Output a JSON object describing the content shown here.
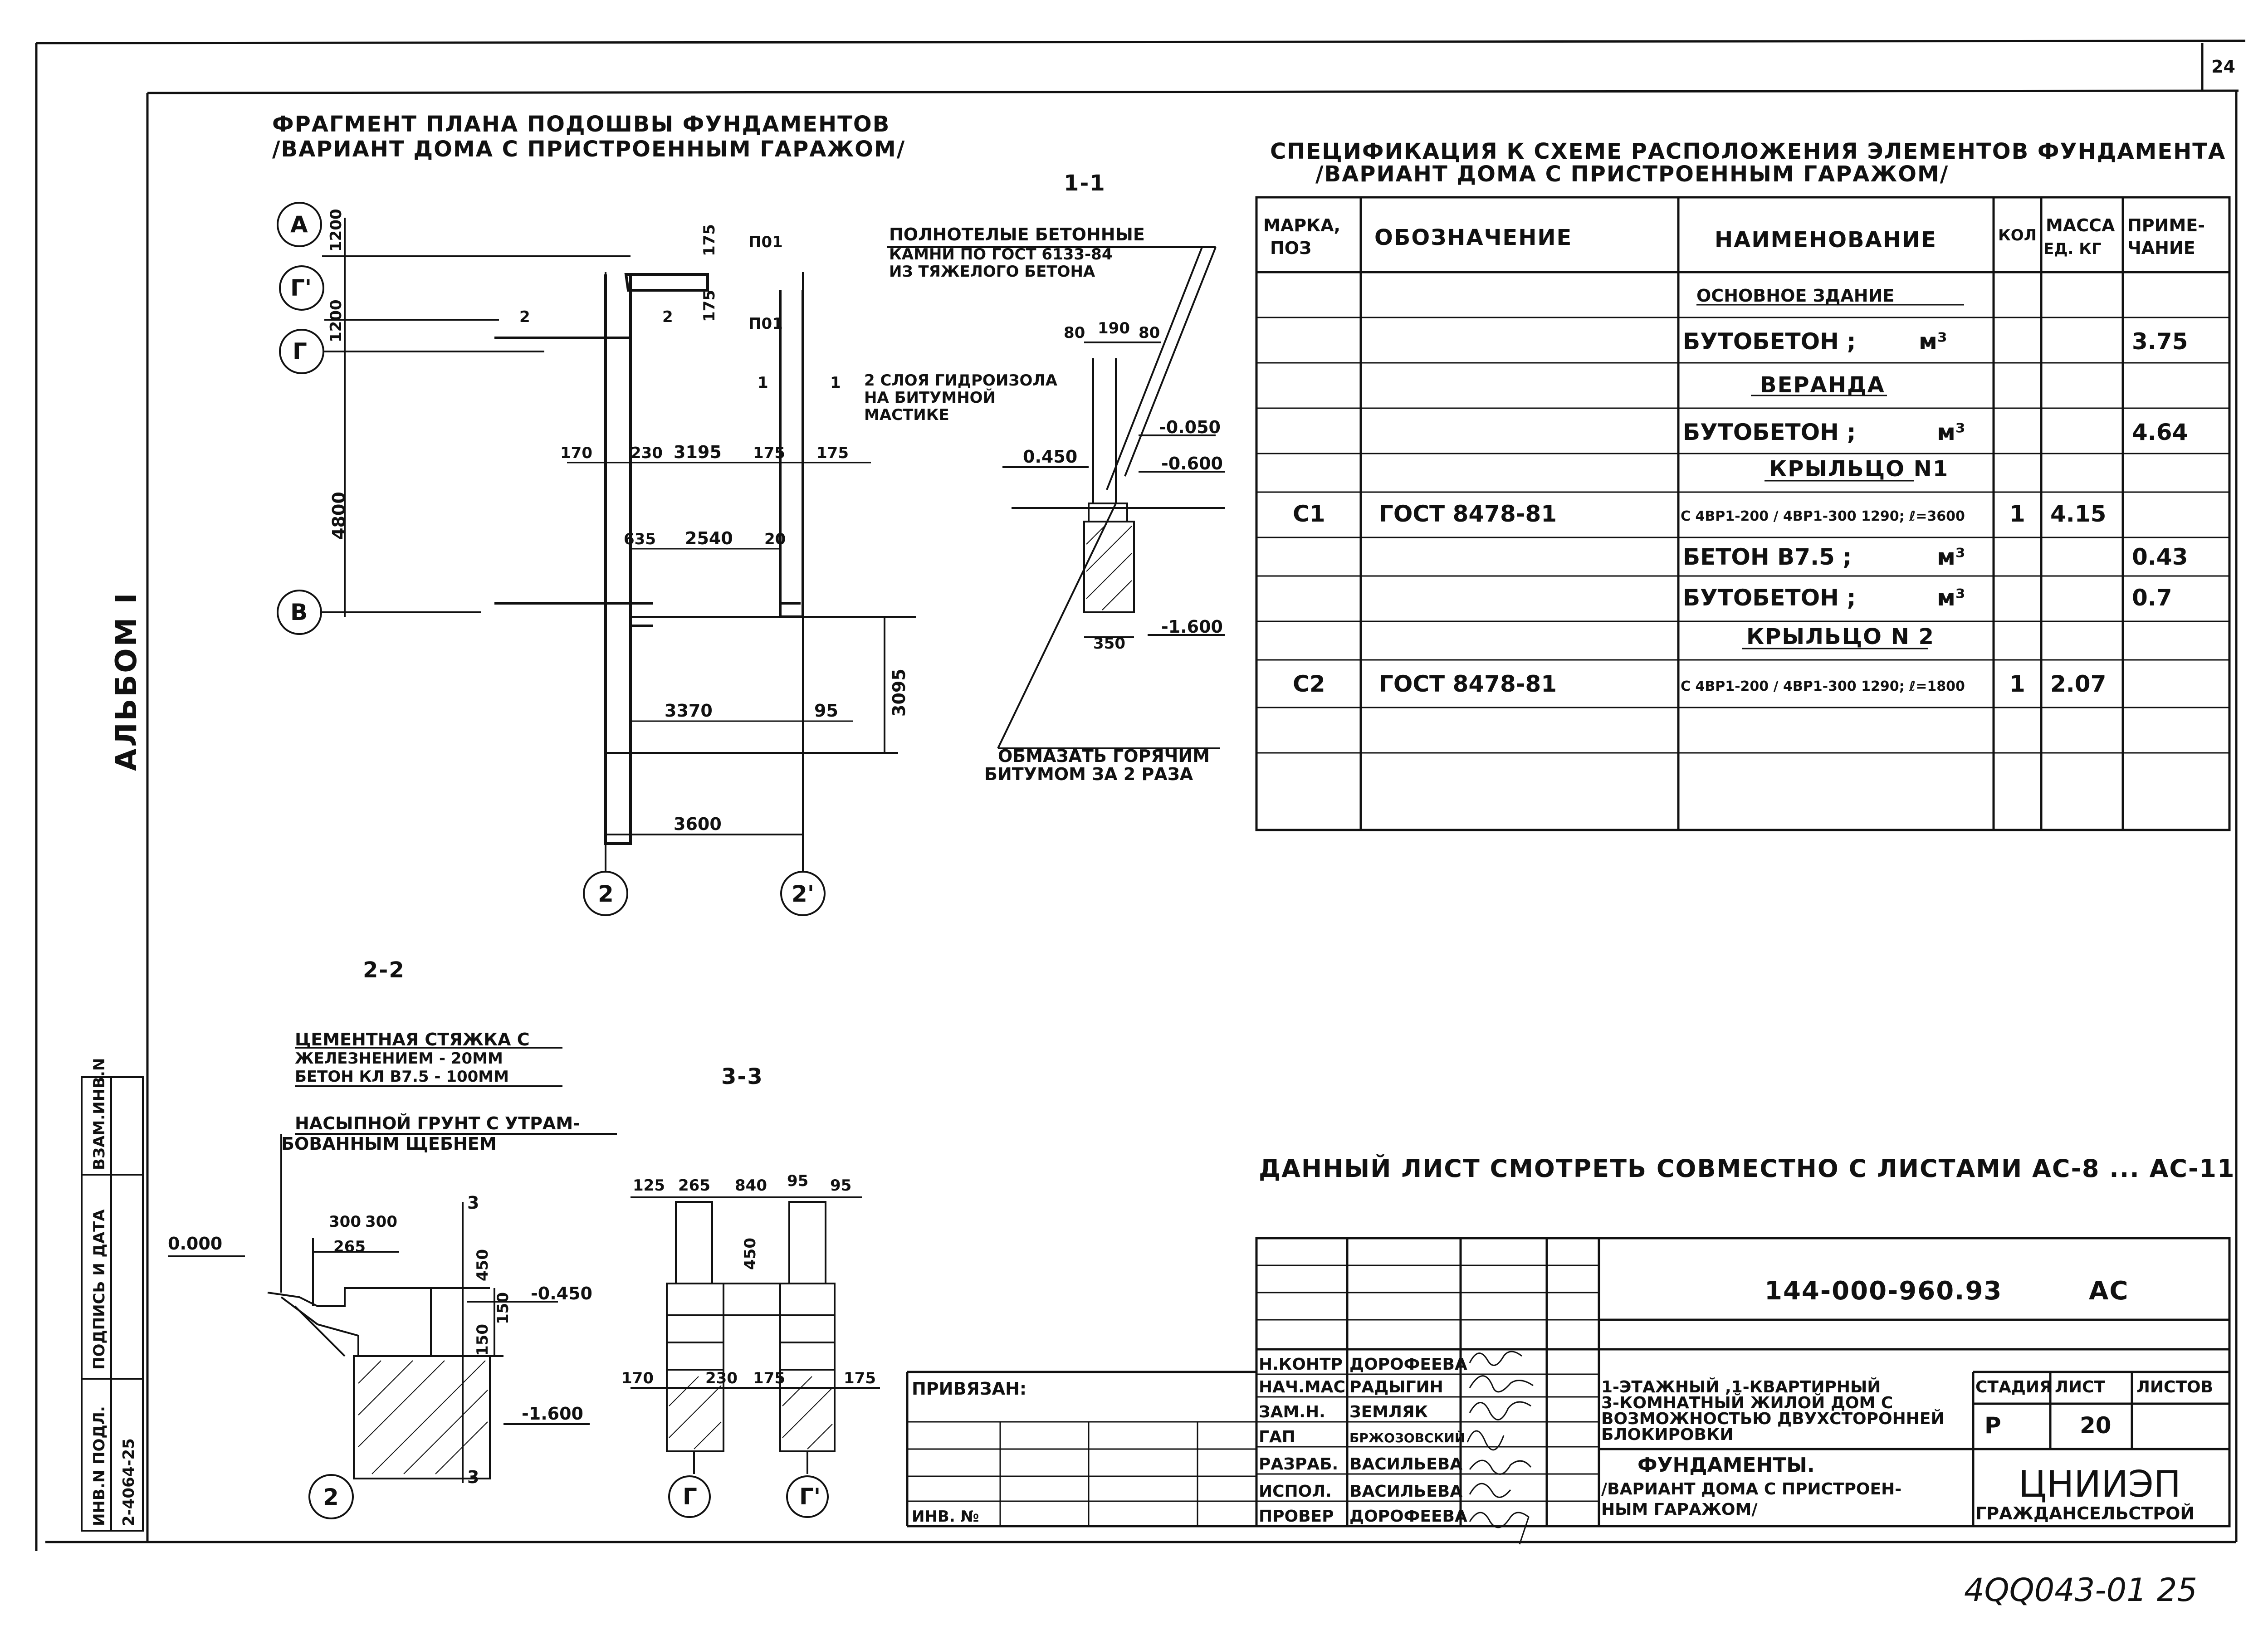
{
  "sheet_number": "24",
  "album": "АЛЬБОМ I",
  "plan": {
    "title_line1": "ФРАГМЕНТ ПЛАНА ПОДОШВЫ ФУНДАМЕНТОВ",
    "title_line2": "/ВАРИАНТ ДОМА С ПРИСТРОЕННЫМ ГАРАЖОМ/",
    "axes": {
      "a": "А",
      "g1": "Г'",
      "g": "Г",
      "v": "В",
      "n2": "2",
      "n21": "2'"
    },
    "dims": {
      "d1200a": "1200",
      "d1200b": "1200",
      "d4800": "4800",
      "d175a": "175",
      "d175b": "175",
      "p01a": "П01",
      "p01b": "П01",
      "c2a": "2",
      "c2b": "2",
      "c1a": "1",
      "c1b": "1",
      "d170": "170",
      "d230": "230",
      "d3195": "3195",
      "d175c": "175",
      "d175d": "175",
      "d635": "635",
      "d2540": "2540",
      "d20": "20",
      "d3370": "3370",
      "d95": "95",
      "d3095": "3095",
      "d3600": "3600"
    }
  },
  "section11": {
    "title": "1-1",
    "note1_line1": "ПОЛНОТЕЛЫЕ БЕТОННЫЕ",
    "note1_line2": "КАМНИ ПО ГОСТ 6133-84",
    "note1_line3": "ИЗ ТЯЖЕЛОГО БЕТОНА",
    "note2_line1": "2 СЛОЯ ГИДРОИЗОЛА",
    "note2_line2": "НА БИТУМНОЙ",
    "note2_line3": "МАСТИКЕ",
    "note3_line1": "ОБМАЗАТЬ ГОРЯЧИМ",
    "note3_line2": "БИТУМОМ ЗА 2 РАЗА",
    "d80a": "80",
    "d190": "190",
    "d80b": "80",
    "d350": "350",
    "lvl1": "-0.050",
    "lvl2": "-0.600",
    "lvl3": "0.450",
    "lvl4": "-1.600"
  },
  "spec": {
    "title_line1": "СПЕЦИФИКАЦИЯ К СХЕМЕ РАСПОЛОЖЕНИЯ ЭЛЕМЕНТОВ ФУНДАМЕНТА",
    "title_line2": "/ВАРИАНТ ДОМА С ПРИСТРОЕННЫМ ГАРАЖОМ/",
    "headers": {
      "mark1": "МАРКА,",
      "mark2": "ПОЗ",
      "desig": "ОБОЗНАЧЕНИЕ",
      "name": "НАИМЕНОВАНИЕ",
      "qty": "КОЛ",
      "mass1": "МАССА",
      "mass2": "ЕД. КГ",
      "note1": "ПРИМЕ-",
      "note2": "ЧАНИЕ"
    },
    "rows": [
      {
        "mark": "",
        "desig": "",
        "name": "ОСНОВНОЕ ЗДАНИЕ",
        "unit": "",
        "qty": "",
        "mass": "",
        "note": ""
      },
      {
        "mark": "",
        "desig": "",
        "name": "БУТОБЕТОН ;",
        "unit": "м³",
        "qty": "",
        "mass": "",
        "note": "3.75"
      },
      {
        "mark": "",
        "desig": "",
        "name": "ВЕРАНДА",
        "unit": "",
        "qty": "",
        "mass": "",
        "note": ""
      },
      {
        "mark": "",
        "desig": "",
        "name": "БУТОБЕТОН ;",
        "unit": "м³",
        "qty": "",
        "mass": "",
        "note": "4.64"
      },
      {
        "mark": "",
        "desig": "",
        "name": "КРЫЛЬЦО N1",
        "unit": "",
        "qty": "",
        "mass": "",
        "note": ""
      },
      {
        "mark": "С1",
        "desig": "ГОСТ 8478-81",
        "name": "С 4ВР1-200 / 4ВР1-300 1290; ℓ=3600",
        "unit": "",
        "qty": "1",
        "mass": "4.15",
        "note": ""
      },
      {
        "mark": "",
        "desig": "",
        "name": "БЕТОН В7.5 ;",
        "unit": "м³",
        "qty": "",
        "mass": "",
        "note": "0.43"
      },
      {
        "mark": "",
        "desig": "",
        "name": "БУТОБЕТОН ;",
        "unit": "м³",
        "qty": "",
        "mass": "",
        "note": "0.7"
      },
      {
        "mark": "",
        "desig": "",
        "name": "КРЫЛЬЦО N 2",
        "unit": "",
        "qty": "",
        "mass": "",
        "note": ""
      },
      {
        "mark": "С2",
        "desig": "ГОСТ 8478-81",
        "name": "С 4ВР1-200 / 4ВР1-300 1290; ℓ=1800",
        "unit": "",
        "qty": "1",
        "mass": "2.07",
        "note": ""
      },
      {
        "mark": "",
        "desig": "",
        "name": "",
        "unit": "",
        "qty": "",
        "mass": "",
        "note": ""
      },
      {
        "mark": "",
        "desig": "",
        "name": "",
        "unit": "",
        "qty": "",
        "mass": "",
        "note": ""
      }
    ]
  },
  "section22": {
    "title": "2-2",
    "note1_line1": "ЦЕМЕНТНАЯ СТЯЖКА С",
    "note1_line2": "ЖЕЛЕЗНЕНИЕМ - 20ММ",
    "note1_line3": "БЕТОН КЛ В7.5 - 100ММ",
    "note2_line1": "НАСЫПНОЙ ГРУНТ С УТРАМ-",
    "note2_line2": "БОВАННЫМ ЩЕБНЕМ",
    "lvl0": "0.000",
    "lvl1": "-0.450",
    "lvl2": "-1.600",
    "d300a": "300",
    "d300b": "300",
    "d265": "265",
    "d450": "450",
    "d150a": "150",
    "d150b": "150",
    "axis": "2",
    "cut": "3"
  },
  "section33": {
    "title": "3-3",
    "d125": "125",
    "d265": "265",
    "d840": "840",
    "d95a": "95",
    "d95b": "95",
    "d450": "450",
    "d170": "170",
    "d230": "230",
    "d175a": "175",
    "d175b": "175",
    "axis1": "Г",
    "axis2": "Г'"
  },
  "note_sheets": "ДАННЫЙ ЛИСТ СМОТРЕТЬ СОВМЕСТНО С ЛИСТАМИ АС-8 ... АС-11",
  "stamp": {
    "code": "144-000-960.93",
    "mark": "АС",
    "project_line1": "1-ЭТАЖНЫЙ ,1-КВАРТИРНЫЙ",
    "project_line2": "3-КОМНАТНЫЙ ЖИЛОЙ ДОМ С",
    "project_line3": "ВОЗМОЖНОСТЬЮ ДВУХСТОРОННЕЙ",
    "project_line4": "БЛОКИРОВКИ",
    "sheet_title_line1": "ФУНДАМЕНТЫ.",
    "sheet_title_line2": "/ВАРИАНТ ДОМА С ПРИСТРОЕН-",
    "sheet_title_line3": "НЫМ ГАРАЖОМ/",
    "stage_label": "СТАДИЯ",
    "sheet_label": "ЛИСТ",
    "sheets_label": "ЛИСТОВ",
    "stage": "Р",
    "sheet": "20",
    "org_line1": "ЦНИИЭП",
    "org_line2": "ГРАЖДАНСЕЛЬСТРОЙ",
    "bound_label": "ПРИВЯЗАН:",
    "inv_label": "ИНВ. №",
    "people": [
      {
        "role": "Н.КОНТР",
        "name": "ДОРОФЕЕВА"
      },
      {
        "role": "НАЧ.МАС",
        "name": "РАДЫГИН"
      },
      {
        "role": "ЗАМ.Н.",
        "name": "ЗЕМЛЯК"
      },
      {
        "role": "ГАП",
        "name": "БРЖОЗОВСКИЙ"
      },
      {
        "role": "РАЗРАБ.",
        "name": "ВАСИЛЬЕВА"
      },
      {
        "role": "ИСПОЛ.",
        "name": "ВАСИЛЬЕВА"
      },
      {
        "role": "ПРОВЕР",
        "name": "ДОРОФЕЕВА"
      }
    ]
  },
  "side": {
    "inv_label": "ИНВ.N ПОДЛ.",
    "sign_label": "ПОДПИСЬ И ДАТА",
    "replace_label": "ВЗАМ.ИНВ.N",
    "inv_value": "2-4064-25"
  },
  "footer_code": "4QQ043-01 25"
}
